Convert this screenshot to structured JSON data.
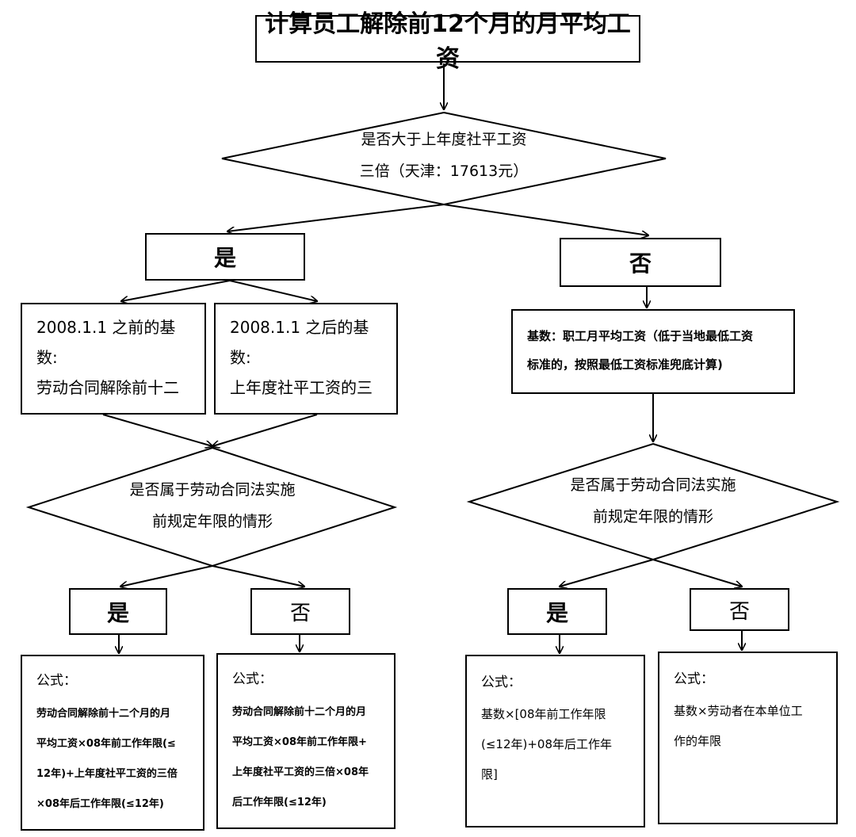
{
  "title": "计算员工解除前12个月的月平均工资",
  "decision1": {
    "line1": "是否大于上年度社平工资",
    "line2": "三倍（天津：17613元）"
  },
  "yes1": "是",
  "no1": "否",
  "left_base_before": {
    "line1": "2008.1.1 之前的基",
    "line2": "数:",
    "line3": "劳动合同解除前十二"
  },
  "left_base_after": {
    "line1": "2008.1.1 之后的基",
    "line2": "数:",
    "line3": "上年度社平工资的三"
  },
  "right_base": {
    "line1": "基数：职工月平均工资（低于当地最低工资",
    "line2": "标准的，按照最低工资标准兜底计算)"
  },
  "decision2_left": {
    "line1": "是否属于劳动合同法实施",
    "line2": "前规定年限的情形"
  },
  "decision2_right": {
    "line1": "是否属于劳动合同法实施",
    "line2": "前规定年限的情形"
  },
  "yes2_left": "是",
  "no2_left": "否",
  "yes2_right": "是",
  "no2_right": "否",
  "formula1": {
    "label": "公式：",
    "lines": [
      "劳动合同解除前十二个月的月",
      "平均工资×08年前工作年限(≤",
      "12年)+上年度社平工资的三倍",
      "×08年后工作年限(≤12年)"
    ]
  },
  "formula2": {
    "label": "公式：",
    "lines": [
      "劳动合同解除前十二个月的月",
      "平均工资×08年前工作年限+",
      "上年度社平工资的三倍×08年",
      "后工作年限(≤12年)"
    ]
  },
  "formula3": {
    "label": "公式：",
    "lines": [
      "基数×[08年前工作年限",
      "(≤12年)+08年后工作年",
      "限]"
    ]
  },
  "formula4": {
    "label": "公式：",
    "lines": [
      "基数×劳动者在本单位工",
      "作的年限"
    ]
  }
}
